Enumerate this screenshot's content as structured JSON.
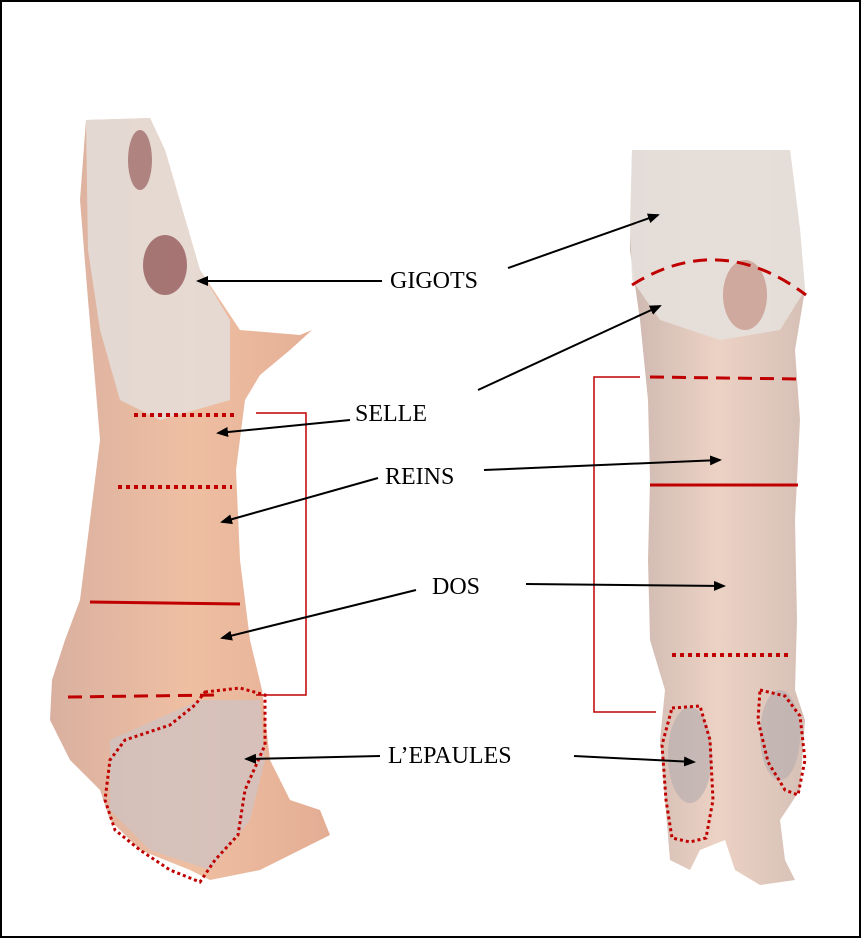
{
  "labels": {
    "gigots": "GIGOTS",
    "selle": "SELLE",
    "reins": "REINS",
    "dos": "DOS",
    "epaules": "L’EPAULES"
  },
  "colors": {
    "cut_line": "#c00000",
    "arrow": "#000000",
    "carcass_body": "#e9b79c",
    "carcass_fat": "#e7e1dc",
    "carcass_meat": "#7a3d3d"
  }
}
